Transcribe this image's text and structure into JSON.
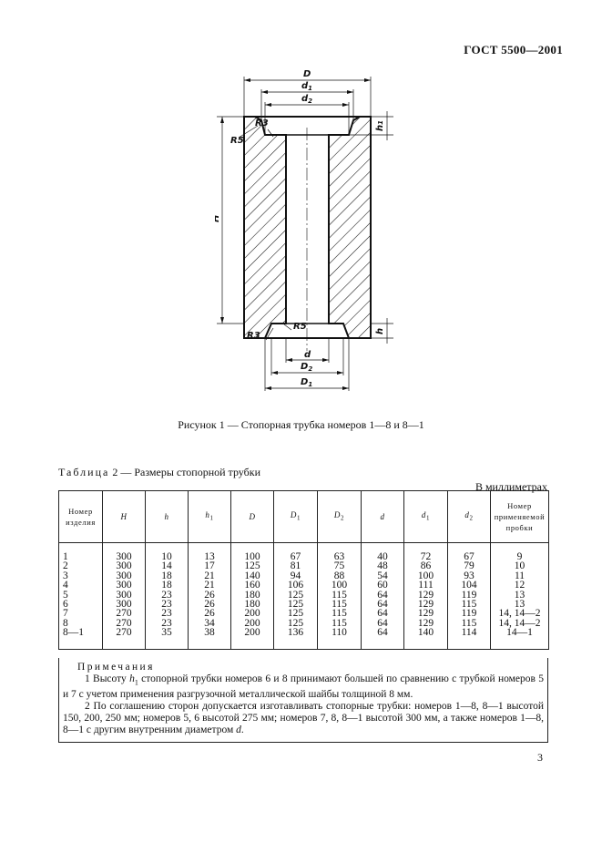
{
  "header": {
    "standard": "ГОСТ 5500—2001"
  },
  "figure": {
    "caption": "Рисунок 1 — Стопорная трубка номеров 1—8 и 8—1",
    "labels": {
      "D": "D",
      "d1": "d",
      "d1_sub": "1",
      "d2": "d",
      "d2_sub": "2",
      "R3_top": "R3",
      "R5_top": "R5",
      "h1": "h",
      "h1_sub": "1",
      "H": "H",
      "R5_bottom": "R5",
      "R3_bottom": "R3",
      "h": "h",
      "d": "d",
      "D2": "D",
      "D2_sub": "2",
      "D1": "D",
      "D1_sub": "1"
    }
  },
  "table": {
    "title_prefix": "Таблица",
    "title_rest": "2 — Размеры стопорной трубки",
    "units": "В миллиметрах",
    "headers": [
      {
        "main": "Номер изделия",
        "sub": ""
      },
      {
        "main": "H",
        "sub": ""
      },
      {
        "main": "h",
        "sub": ""
      },
      {
        "main": "h",
        "sub": "1"
      },
      {
        "main": "D",
        "sub": ""
      },
      {
        "main": "D",
        "sub": "1"
      },
      {
        "main": "D",
        "sub": "2"
      },
      {
        "main": "d",
        "sub": ""
      },
      {
        "main": "d",
        "sub": "1"
      },
      {
        "main": "d",
        "sub": "2"
      },
      {
        "main": "Номер применяемой пробки",
        "sub": ""
      }
    ],
    "rows": [
      [
        "1",
        "300",
        "10",
        "13",
        "100",
        "67",
        "63",
        "40",
        "72",
        "67",
        "9"
      ],
      [
        "2",
        "300",
        "14",
        "17",
        "125",
        "81",
        "75",
        "48",
        "86",
        "79",
        "10"
      ],
      [
        "3",
        "300",
        "18",
        "21",
        "140",
        "94",
        "88",
        "54",
        "100",
        "93",
        "11"
      ],
      [
        "4",
        "300",
        "18",
        "21",
        "160",
        "106",
        "100",
        "60",
        "111",
        "104",
        "12"
      ],
      [
        "5",
        "300",
        "23",
        "26",
        "180",
        "125",
        "115",
        "64",
        "129",
        "119",
        "13"
      ],
      [
        "6",
        "300",
        "23",
        "26",
        "180",
        "125",
        "115",
        "64",
        "129",
        "115",
        "13"
      ],
      [
        "7",
        "270",
        "23",
        "26",
        "200",
        "125",
        "115",
        "64",
        "129",
        "119",
        "14, 14—2"
      ],
      [
        "8",
        "270",
        "23",
        "34",
        "200",
        "125",
        "115",
        "64",
        "129",
        "115",
        "14, 14—2"
      ],
      [
        "8—1",
        "270",
        "35",
        "38",
        "200",
        "136",
        "110",
        "64",
        "140",
        "114",
        "14—1"
      ]
    ],
    "notes_title": "Примечания",
    "note1_a": "1 Высоту ",
    "note1_h": "h",
    "note1_sub": "1",
    "note1_b": " стопорной трубки номеров 6 и 8 принимают большей по сравнению с трубкой номеров 5 и 7 с учетом применения разгрузочной металлической шайбы толщиной 8 мм.",
    "note2_a": "2 По соглашению сторон допускается изготавливать стопорные трубки: номеров 1—8, 8—1 высотой 150, 200, 250 мм; номеров 5, 6 высотой 275 мм; номеров 7, 8, 8—1 высотой 300 мм, а также номеров 1—8, 8—1 с другим внутренним диаметром ",
    "note2_d": "d",
    "note2_end": "."
  },
  "page": {
    "number": "3"
  }
}
